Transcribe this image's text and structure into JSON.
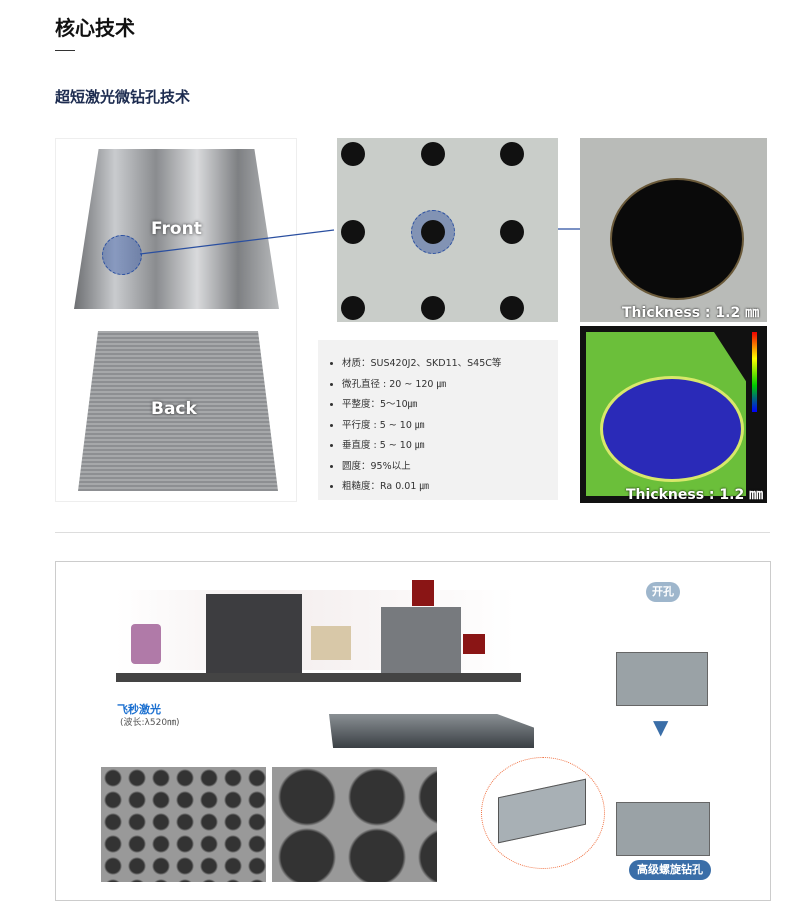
{
  "page": {
    "title": "核心技术",
    "subtitle": "超短激光微钻孔技术"
  },
  "samples": {
    "front_label": "Front",
    "back_label": "Back"
  },
  "specs": [
    "材质：SUS420J2、SKD11、S45C等",
    "微孔直径 : 20 ~ 120 ㎛",
    "平整度：5～10㎛",
    "平行度 : 5 ~ 10 ㎛",
    "垂直度 : 5 ~ 10 ㎛",
    "圆度：95%以上",
    "粗糙度：Ra 0.01 ㎛"
  ],
  "measurements": {
    "thickness_1": "Thickness : 1.2 ㎜",
    "thickness_2": "Thickness : 1.2 ㎜"
  },
  "diagram": {
    "laser_label": "飞秒激光",
    "wavelength": "(波长:λ520㎚)",
    "step1": "开孔",
    "step2": "高级螺旋钻孔"
  },
  "colors": {
    "accent": "#1d2c50",
    "pill": "#3a6ea8",
    "laser_blue": "#1a6fd0"
  }
}
